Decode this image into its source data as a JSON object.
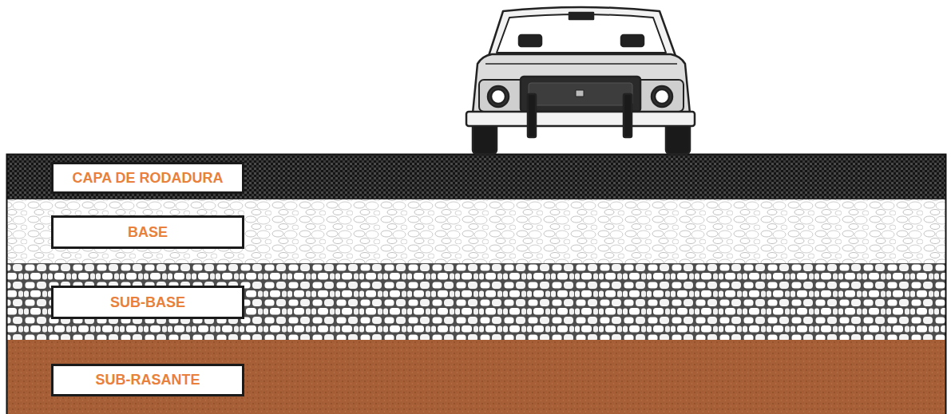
{
  "diagram": {
    "nodes": [
      {
        "text": [
          "CAPA DE RODADURA"
        ]
      },
      {
        "text": [
          "BASE"
        ]
      },
      {
        "text": [
          "SUB-BASE"
        ]
      },
      {
        "text": [
          "SUB-RASANTE"
        ]
      }
    ]
  }
}
